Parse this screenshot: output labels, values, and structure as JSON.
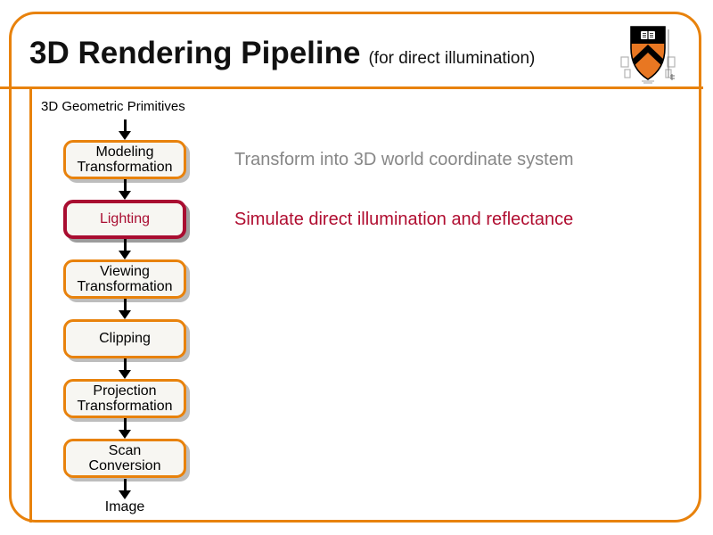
{
  "slide": {
    "title": {
      "main": "3D Rendering Pipeline",
      "subtitle": "(for direct illumination)"
    },
    "logo": "princeton-shield",
    "colors": {
      "orange": "#E8820C",
      "crimson": "#A90D31",
      "annotation_red": "#B00D30",
      "annotation_gray": "#878787",
      "shield_orange": "#E87722"
    },
    "pipeline": {
      "start_label": "3D Geometric Primitives",
      "end_label": "Image",
      "stages": [
        {
          "lines": [
            "Modeling",
            "Transformation"
          ],
          "variant": "orange"
        },
        {
          "lines": [
            "Lighting"
          ],
          "variant": "crimson"
        },
        {
          "lines": [
            "Viewing",
            "Transformation"
          ],
          "variant": "orange"
        },
        {
          "lines": [
            "Clipping"
          ],
          "variant": "orange"
        },
        {
          "lines": [
            "Projection",
            "Transformation"
          ],
          "variant": "orange"
        },
        {
          "lines": [
            "Scan",
            "Conversion"
          ],
          "variant": "orange"
        }
      ]
    },
    "annotations": [
      {
        "text": "Transform into 3D world coordinate system",
        "color": "gray",
        "aligns_with_stage": 0
      },
      {
        "text": "Simulate direct illumination and reflectance",
        "color": "crimson",
        "aligns_with_stage": 1
      }
    ]
  }
}
